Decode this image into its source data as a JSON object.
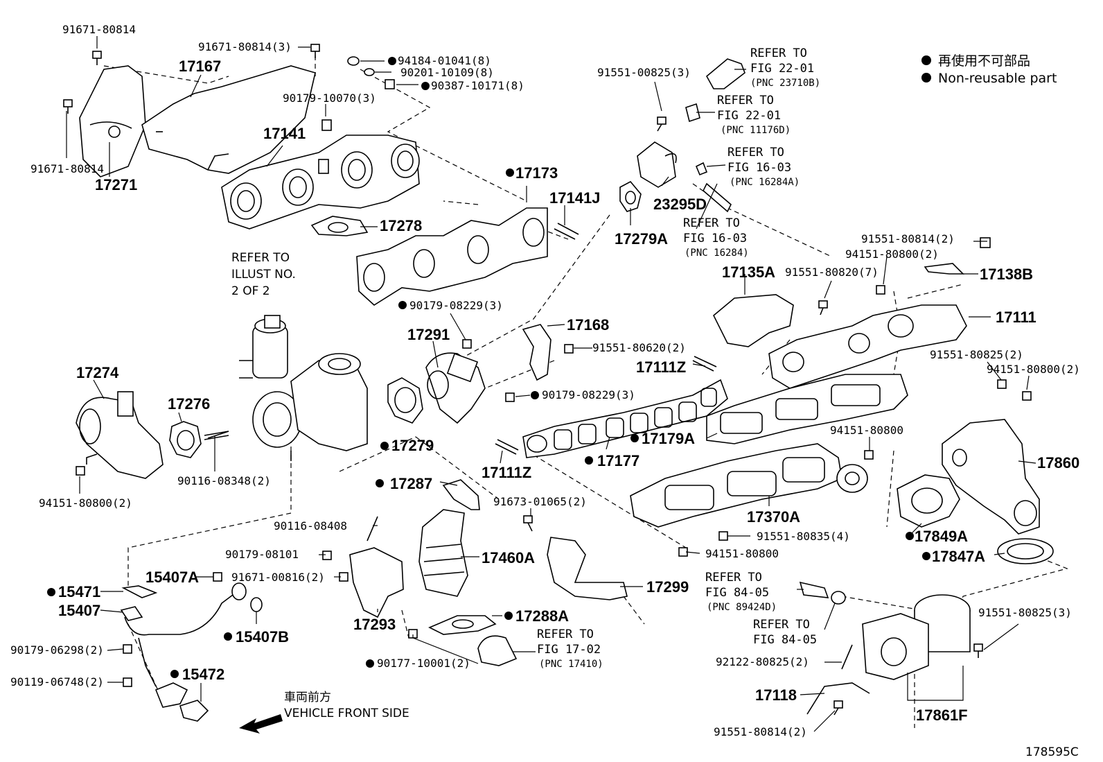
{
  "legend": {
    "marker": "●",
    "jp": "再使用不可部品",
    "en": "Non-reusable part"
  },
  "labels": {
    "p91671_80814_a": "91671-80814",
    "p91671_80814_b": "91671-80814(3)",
    "p17167": "17167",
    "p91671_80814_c": "91671-80814",
    "p17271": "17271",
    "p94184_01041": "94184-01041(8)",
    "p90201_10109": "90201-10109(8)",
    "p90387_10171": "90387-10171(8)",
    "p90179_10070": "90179-10070(3)",
    "p17141": "17141",
    "p17278": "17278",
    "p17173": "17173",
    "p17141J": "17141J",
    "p91551_00825": "91551-00825(3)",
    "p23295D": "23295D",
    "p17279A": "17279A",
    "p17135A": "17135A",
    "p91551_80814_2": "91551-80814(2)",
    "p94151_80800_2a": "94151-80800(2)",
    "p91551_80820": "91551-80820(7)",
    "p17138B": "17138B",
    "p17111": "17111",
    "p91551_80825_2": "91551-80825(2)",
    "p94151_80800_2b": "94151-80800(2)",
    "p17274": "17274",
    "p17276": "17276",
    "p90116_08348": "90116-08348(2)",
    "p94151_80800_2c": "94151-80800(2)",
    "p90179_08229_a": "90179-08229(3)",
    "p17291": "17291",
    "p17168": "17168",
    "p91551_80620": "91551-80620(2)",
    "p90179_08229_b": "90179-08229(3)",
    "p17279": "17279",
    "p17111Z_a": "17111Z",
    "p17179A": "17179A",
    "p17177": "17177",
    "p17111Z_b": "17111Z",
    "p94151_80800": "94151-80800",
    "p17860": "17860",
    "p17287": "17287",
    "p91673_01065": "91673-01065(2)",
    "p17370A": "17370A",
    "p17849A": "17849A",
    "p90116_08408": "90116-08408",
    "p17460A": "17460A",
    "p91551_80835": "91551-80835(4)",
    "p94151_80800_b": "94151-80800",
    "p17847A": "17847A",
    "p90179_08101": "90179-08101",
    "p15407A": "15407A",
    "p91671_00816": "91671-00816(2)",
    "p17299": "17299",
    "p15471": "15471",
    "p15407": "15407",
    "p15407B": "15407B",
    "p17293": "17293",
    "p17288A": "17288A",
    "p90179_06298": "90179-06298(2)",
    "p90119_06748": "90119-06748(2)",
    "p15472": "15472",
    "p90177_10001": "90177-10001(2)",
    "p91551_80825_3": "91551-80825(3)",
    "p92122_80825": "92122-80825(2)",
    "p17118": "17118",
    "p17861F": "17861F",
    "p91551_80814_2b": "91551-80814(2)"
  },
  "refs": {
    "r1": {
      "l1": "REFER TO",
      "l2": "FIG 22-01",
      "l3": "(PNC 23710B)"
    },
    "r2": {
      "l1": "REFER TO",
      "l2": "FIG 22-01",
      "l3": "(PNC 11176D)"
    },
    "r3": {
      "l1": "REFER TO",
      "l2": "FIG 16-03",
      "l3": "(PNC 16284A)"
    },
    "r4": {
      "l1": "REFER TO",
      "l2": "FIG 16-03",
      "l3": "(PNC 16284)"
    },
    "r5": {
      "l1": "REFER TO",
      "l2": "ILLUST NO.",
      "l3": "2 OF 2"
    },
    "r6": {
      "l1": "REFER TO",
      "l2": "FIG 84-05",
      "l3": "(PNC 89424D)"
    },
    "r7": {
      "l1": "REFER TO",
      "l2": "FIG 84-05"
    },
    "r8": {
      "l1": "REFER TO",
      "l2": "FIG 17-02",
      "l3": "(PNC 17410)"
    }
  },
  "direction": {
    "jp": "車両前方",
    "en": "VEHICLE FRONT SIDE"
  },
  "figure_id": "178595C"
}
